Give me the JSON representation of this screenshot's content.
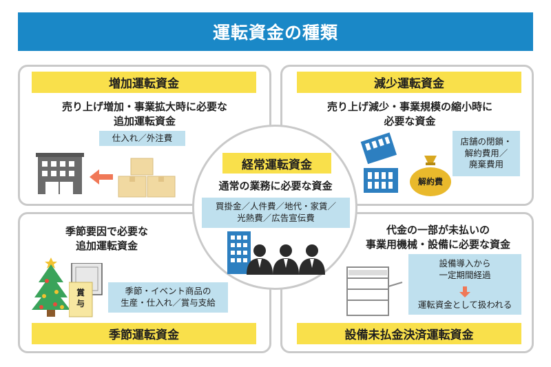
{
  "title": "運転資金の種類",
  "center": {
    "label": "経常運転資金",
    "description": "通常の業務に必要な資金",
    "examples_line1": "買掛金／人件費／地代・家賃／",
    "examples_line2": "光熱費／広告宣伝費"
  },
  "increase": {
    "label": "増加運転資金",
    "desc_line1": "売り上げ増加・事業拡大時に必要な",
    "desc_line2": "追加運転資金",
    "example": "仕入れ／外注費"
  },
  "decrease": {
    "label": "減少運転資金",
    "desc_line1": "売り上げ減少・事業規模の縮小時に",
    "desc_line2": "必要な資金",
    "example_line1": "店舗の閉鎖・",
    "example_line2": "解約費用／",
    "example_line3": "廃棄費用",
    "bag_label": "解約費"
  },
  "seasonal": {
    "label": "季節運転資金",
    "desc_line1": "季節要因で必要な",
    "desc_line2": "追加運転資金",
    "example_line1": "季節・イベント商品の",
    "example_line2": "生産・仕入れ／賞与支給",
    "bonus_label_1": "賞",
    "bonus_label_2": "与"
  },
  "equipment": {
    "label": "設備未払金決済運転資金",
    "desc_line1": "代金の一部が未払いの",
    "desc_line2": "事業用機械・設備に必要な資金",
    "step1_line1": "設備導入から",
    "step1_line2": "一定期間経過",
    "step2": "運転資金として扱われる"
  },
  "colors": {
    "banner": "#1a88c7",
    "label_yellow": "#f9e04b",
    "info_blue": "#bfe0ee",
    "building_blue": "#2d7fc0",
    "arrow_red": "#f07857",
    "tree_green": "#3aa35a",
    "border_gray": "#c9c9c9"
  }
}
